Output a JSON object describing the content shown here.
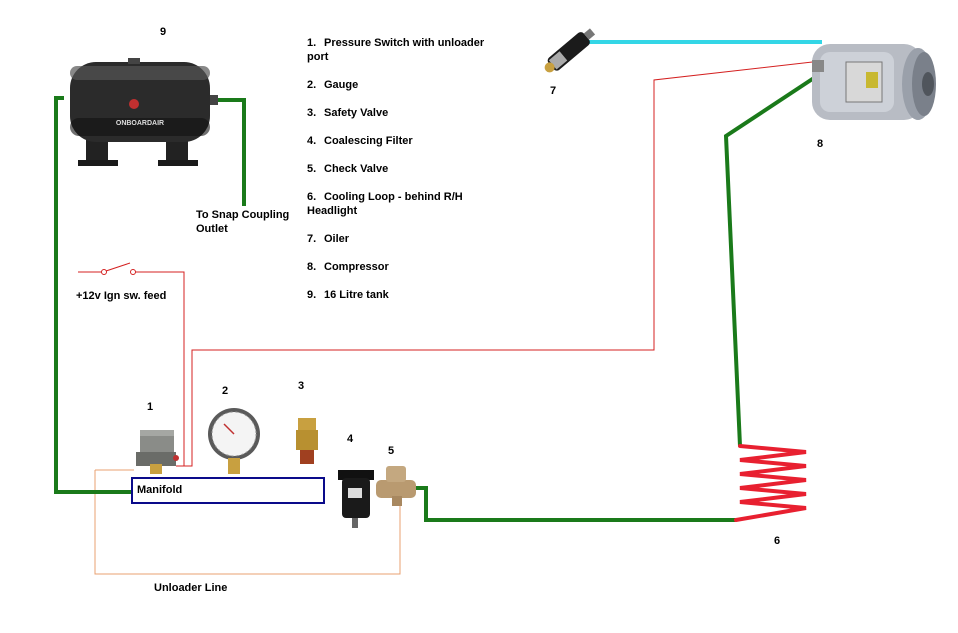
{
  "legend": [
    {
      "num": "1.",
      "text": "Pressure Switch with unloader port"
    },
    {
      "num": "2.",
      "text": "Gauge"
    },
    {
      "num": "3.",
      "text": "Safety Valve"
    },
    {
      "num": "4.",
      "text": "Coalescing Filter"
    },
    {
      "num": "5.",
      "text": "Check Valve"
    },
    {
      "num": "6.",
      "text": "Cooling Loop - behind R/H Headlight"
    },
    {
      "num": "7.",
      "text": "Oiler"
    },
    {
      "num": "8.",
      "text": "Compressor"
    },
    {
      "num": "9.",
      "text": "16 Litre tank"
    }
  ],
  "numbers": {
    "n1": "1",
    "n2": "2",
    "n3": "3",
    "n4": "4",
    "n5": "5",
    "n6": "6",
    "n7": "7",
    "n8": "8",
    "n9": "9"
  },
  "labels": {
    "snap_line1": "To Snap Coupling",
    "snap_line2": "Outlet",
    "ign_feed": "+12v Ign sw. feed",
    "manifold": "Manifold",
    "unloader": "Unloader Line",
    "tank_brand": "ONBOARDAIR"
  },
  "colors": {
    "air_line": "#1a7a1a",
    "electrical": "#d42020",
    "unloader": "#e8a070",
    "oil_line": "#33d6e6",
    "manifold_border": "#0a0a8a",
    "cooling_loop": "#e82030"
  }
}
